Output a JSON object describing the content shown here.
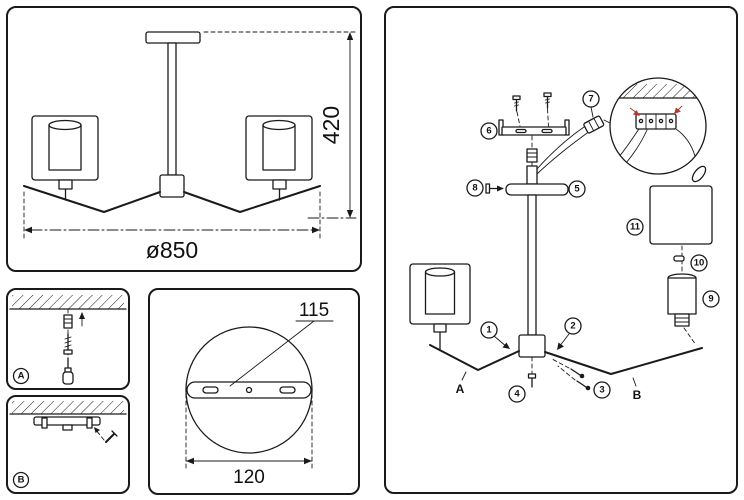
{
  "main_view": {
    "height_dim": "420",
    "diameter_dim": "ø850"
  },
  "step_a": {
    "label": "A"
  },
  "step_b": {
    "label": "B"
  },
  "canopy_view": {
    "hole_spacing_dim": "115",
    "plate_diameter_dim": "120"
  },
  "assembly": {
    "callouts": {
      "c1": "1",
      "c2": "2",
      "c3": "3",
      "c4": "4",
      "c5": "5",
      "c6": "6",
      "c7": "7",
      "c8": "8",
      "c9": "9",
      "c10": "10",
      "c11": "11"
    },
    "arm_a": "A",
    "arm_b": "B"
  },
  "colors": {
    "line": "#1a1a1a",
    "background": "#ffffff",
    "accent_red": "#b03a2e"
  }
}
